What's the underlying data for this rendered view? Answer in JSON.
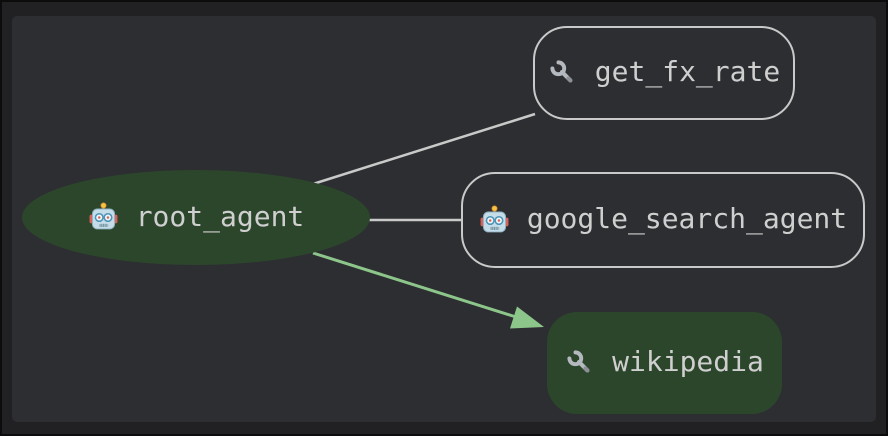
{
  "graph": {
    "nodes": [
      {
        "id": "root_agent",
        "label": "root_agent",
        "type": "agent",
        "icon": "robot-icon",
        "shape": "ellipse",
        "fill": "#2c462c",
        "highlighted": true
      },
      {
        "id": "get_fx_rate",
        "label": "get_fx_rate",
        "type": "tool",
        "icon": "wrench-icon",
        "shape": "rounded-rect",
        "fill": "none",
        "highlighted": false
      },
      {
        "id": "google_search_agent",
        "label": "google_search_agent",
        "type": "agent",
        "icon": "robot-icon",
        "shape": "rounded-rect",
        "fill": "none",
        "highlighted": false
      },
      {
        "id": "wikipedia",
        "label": "wikipedia",
        "type": "tool",
        "icon": "wrench-icon",
        "shape": "rounded-rect",
        "fill": "#2c462c",
        "highlighted": true
      }
    ],
    "edges": [
      {
        "from": "root_agent",
        "to": "get_fx_rate",
        "color": "#c9c9c9",
        "arrowhead": false
      },
      {
        "from": "root_agent",
        "to": "google_search_agent",
        "color": "#c9c9c9",
        "arrowhead": false
      },
      {
        "from": "root_agent",
        "to": "wikipedia",
        "color": "#8dc68b",
        "arrowhead": true
      }
    ],
    "colors": {
      "canvas_background": "#2d2e31",
      "outer_background": "#212124",
      "page_edge": "#0c0c0c",
      "node_highlight_fill": "#2c462c",
      "node_border": "#c9c9c9",
      "label_text": "#cfcfcf",
      "edge_default": "#c9c9c9",
      "edge_active": "#8dc68b"
    }
  }
}
